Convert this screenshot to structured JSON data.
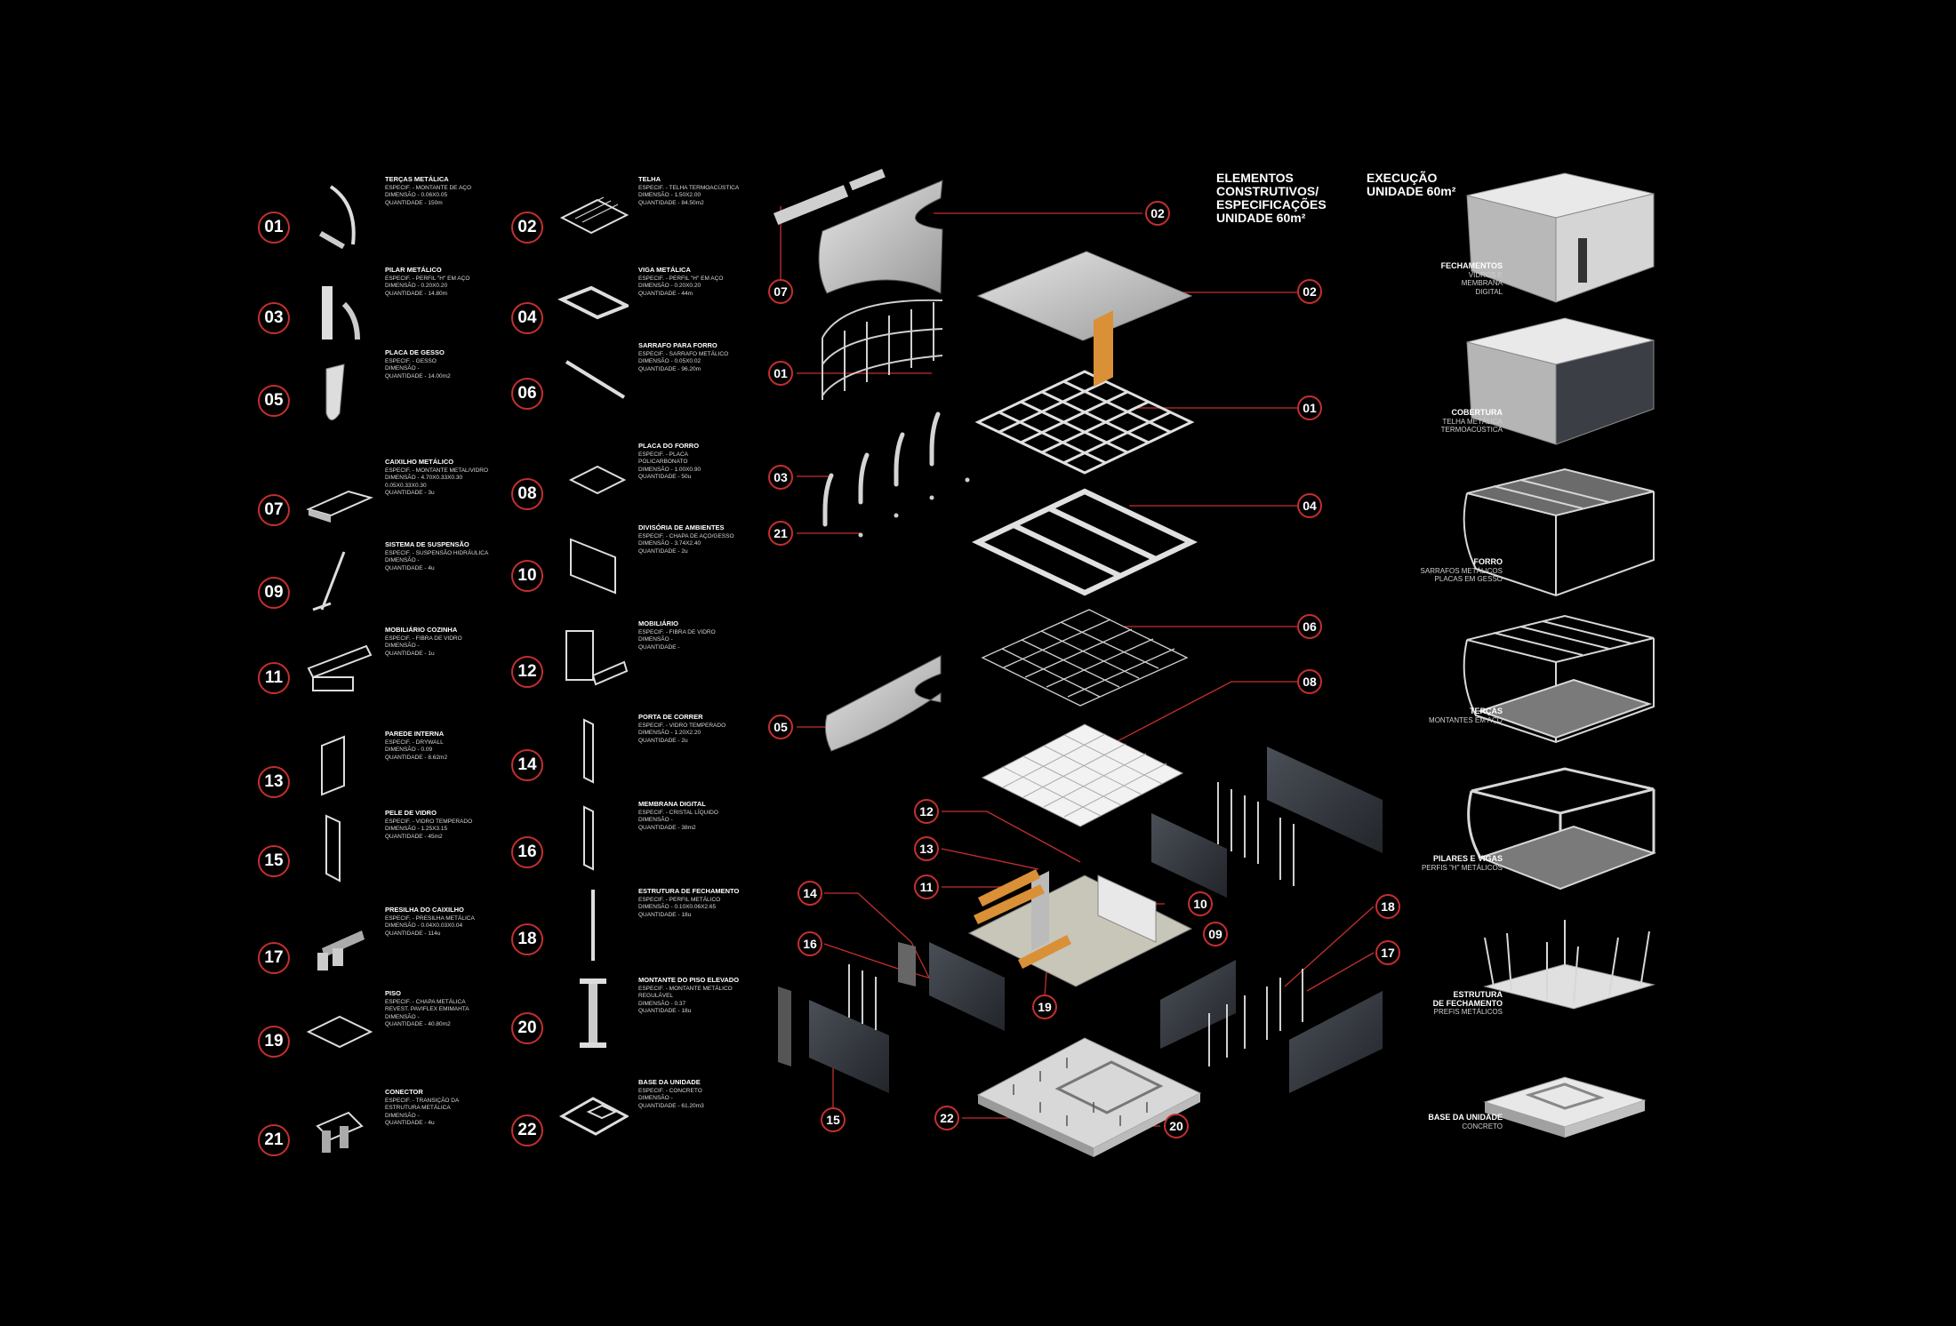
{
  "colors": {
    "background": "#000000",
    "accent": "#c3302e",
    "text": "#ffffff"
  },
  "catalog": [
    {
      "num": "01",
      "name": "TERÇAS METÁLICA",
      "lines": [
        "ESPECIF. - MONTANTE DE AÇO",
        "DIMENSÃO - 0.06X0.05",
        "QUANTIDADE - 150m"
      ],
      "icon": "curved-purlin-icon"
    },
    {
      "num": "02",
      "name": "TELHA",
      "lines": [
        "ESPECIF. - TELHA TERMOACÚSTICA",
        "DIMENSÃO - 1.50X2.00",
        "QUANTIDADE - 84.50m2"
      ],
      "icon": "roof-tile-icon"
    },
    {
      "num": "03",
      "name": "PILAR METÁLICO",
      "lines": [
        "ESPECIF. - PERFIL \"H\" EM AÇO",
        "DIMENSÃO - 0.20X0.20",
        "QUANTIDADE - 14.80m"
      ],
      "icon": "steel-column-icon"
    },
    {
      "num": "04",
      "name": "VIGA METÁLICA",
      "lines": [
        "ESPECIF. - PERFIL \"H\" EM AÇO",
        "DIMENSÃO - 0.20X0.20",
        "QUANTIDADE - 44m"
      ],
      "icon": "steel-beam-icon"
    },
    {
      "num": "05",
      "name": "PLACA DE GESSO",
      "lines": [
        "ESPECIF. - GESSO",
        "DIMENSÃO -",
        "QUANTIDADE - 14.00m2"
      ],
      "icon": "gypsum-board-icon"
    },
    {
      "num": "06",
      "name": "SARRAFO PARA FORRO",
      "lines": [
        "ESPECIF. - SARRAFO METÁLICO",
        "DIMENSÃO - 0.05X0.02",
        "QUANTIDADE - 96.20m"
      ],
      "icon": "batten-icon"
    },
    {
      "num": "07",
      "name": "CAIXILHO METÁLICO",
      "lines": [
        "ESPECIF. - MONTANTE METAL/VIDRO",
        "DIMENSÃO - 4.70X0.33X0.30",
        "0.05X0.33X0.30",
        "QUANTIDADE - 3u"
      ],
      "icon": "window-frame-icon"
    },
    {
      "num": "08",
      "name": "PLACA DO FORRO",
      "lines": [
        "ESPECIF. - PLACA",
        "POLICARBONATO",
        "DIMENSÃO - 1.00X0.90",
        "QUANTIDADE - 50u"
      ],
      "icon": "ceiling-panel-icon"
    },
    {
      "num": "09",
      "name": "SISTEMA DE SUSPENSÃO",
      "lines": [
        "ESPECIF. - SUSPENSÃO HIDRÁULICA",
        "DIMENSÃO -",
        "QUANTIDADE - 4u"
      ],
      "icon": "suspension-icon"
    },
    {
      "num": "10",
      "name": "DIVISÓRIA DE AMBIENTES",
      "lines": [
        "ESPECIF. - CHAPA DE AÇO/GESSO",
        "DIMENSÃO - 3.74X2.40",
        "QUANTIDADE - 2u"
      ],
      "icon": "partition-icon"
    },
    {
      "num": "11",
      "name": "MOBILIÁRIO COZINHA",
      "lines": [
        "ESPECIF. - FIBRA DE VIDRO",
        "DIMENSÃO -",
        "QUANTIDADE - 1u"
      ],
      "icon": "kitchen-furniture-icon"
    },
    {
      "num": "12",
      "name": "MOBILIÁRIO",
      "lines": [
        "ESPECIF. - FIBRA DE VIDRO",
        "DIMENSÃO -",
        "QUANTIDADE -"
      ],
      "icon": "furniture-icon"
    },
    {
      "num": "13",
      "name": "PAREDE INTERNA",
      "lines": [
        "ESPECIF. - DRYWALL",
        "DIMENSÃO - 0.09",
        "QUANTIDADE - 8.62m2"
      ],
      "icon": "internal-wall-icon"
    },
    {
      "num": "14",
      "name": "PORTA DE CORRER",
      "lines": [
        "ESPECIF. - VIDRO TEMPERADO",
        "DIMENSÃO - 1.20X2.20",
        "QUANTIDADE - 2u"
      ],
      "icon": "sliding-door-icon"
    },
    {
      "num": "15",
      "name": "PELE DE VIDRO",
      "lines": [
        "ESPECIF. - VIDRO TEMPERADO",
        "DIMENSÃO - 1.25X3.15",
        "QUANTIDADE - 45m2"
      ],
      "icon": "glass-skin-icon"
    },
    {
      "num": "16",
      "name": "MEMBRANA DIGITAL",
      "lines": [
        "ESPECIF. - CRISTAL LÍQUIDO",
        "DIMENSÃO -",
        "QUANTIDADE - 38m2"
      ],
      "icon": "digital-membrane-icon"
    },
    {
      "num": "17",
      "name": "PRESILHA DO CAIXILHO",
      "lines": [
        "ESPECIF. - PRESILHA METÁLICA",
        "DIMENSÃO - 0.04X0.03X0.04",
        "QUANTIDADE - 114u"
      ],
      "icon": "frame-clip-icon"
    },
    {
      "num": "18",
      "name": "ESTRUTURA DE FECHAMENTO",
      "lines": [
        "ESPECIF. - PERFIL METÁLICO",
        "DIMENSÃO - 0.10X0.06X2.65",
        "QUANTIDADE - 18u"
      ],
      "icon": "closure-profile-icon"
    },
    {
      "num": "19",
      "name": "PISO",
      "lines": [
        "ESPECIF. - CHAPA METÁLICA",
        "REVEST. PAVIFLEX EMIMAHTA",
        "DIMENSÃO -",
        "QUANTIDADE - 40.80m2"
      ],
      "icon": "floor-plate-icon"
    },
    {
      "num": "20",
      "name": "MONTANTE DO PISO ELEVADO",
      "lines": [
        "ESPECIF. - MONTANTE METÁLICO",
        "REGULÁVEL",
        "DIMENSÃO - 0.37",
        "QUANTIDADE - 18u"
      ],
      "icon": "raised-floor-post-icon"
    },
    {
      "num": "21",
      "name": "CONECTOR",
      "lines": [
        "ESPECIF. - TRANSIÇÃO DA",
        "ESTRUTURA METÁLICA",
        "DIMENSÃO -",
        "QUANTIDADE - 4u"
      ],
      "icon": "connector-icon"
    },
    {
      "num": "22",
      "name": "BASE DA UNIDADE",
      "lines": [
        "ESPECIF. - CONCRETO",
        "DIMENSÃO -",
        "QUANTIDADE - 61.20m3"
      ],
      "icon": "unit-base-icon"
    }
  ],
  "exploded_title": "ELEMENTOS\nCONSTRUTIVOS/\nESPECIFICAÇÕES\nUNIDADE 60m²",
  "exploded_callouts": [
    "07",
    "02",
    "01",
    "03",
    "21",
    "05",
    "02",
    "01",
    "04",
    "06",
    "08",
    "12",
    "13",
    "11",
    "10",
    "09",
    "14",
    "16",
    "19",
    "15",
    "22",
    "20",
    "18",
    "17"
  ],
  "execution_title": "EXECUÇÃO\nUNIDADE 60m²",
  "execution_stages": [
    {
      "title": "FECHAMENTOS",
      "desc": [
        "VIDROS E",
        "MEMBRANA",
        "DIGITAL"
      ]
    },
    {
      "title": "COBERTURA",
      "desc": [
        "TELHA METÁLICA",
        "TERMOACÚSTICA"
      ]
    },
    {
      "title": "FORRO",
      "desc": [
        "SARRAFOS METÁLICOS",
        "PLACAS EM GESSO"
      ]
    },
    {
      "title": "TERÇAS",
      "desc": [
        "MONTANTES EM AÇO"
      ]
    },
    {
      "title": "PILARES E VIGAS",
      "desc": [
        "PERFIS \"H\" METÁLICOS"
      ]
    },
    {
      "title": "ESTRUTURA\nDE FECHAMENTO",
      "desc": [
        "PREFIS METÁLICOS"
      ]
    },
    {
      "title": "BASE DA UNIDADE",
      "desc": [
        "CONCRETO"
      ]
    }
  ]
}
